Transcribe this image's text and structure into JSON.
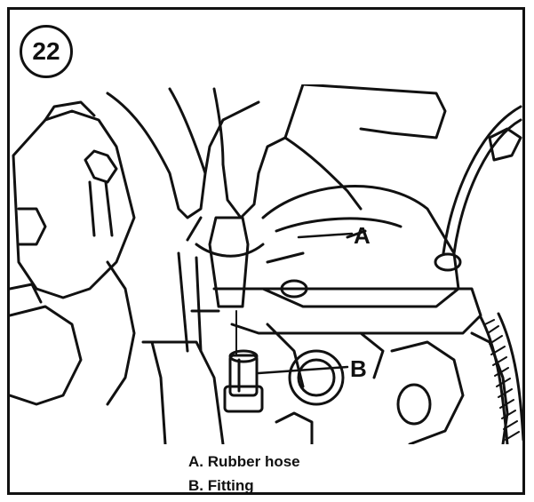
{
  "figure": {
    "number": "22"
  },
  "callouts": {
    "a": "A",
    "b": "B"
  },
  "legend": {
    "items": [
      {
        "text": "A. Rubber hose"
      },
      {
        "text": "B. Fitting"
      }
    ]
  }
}
